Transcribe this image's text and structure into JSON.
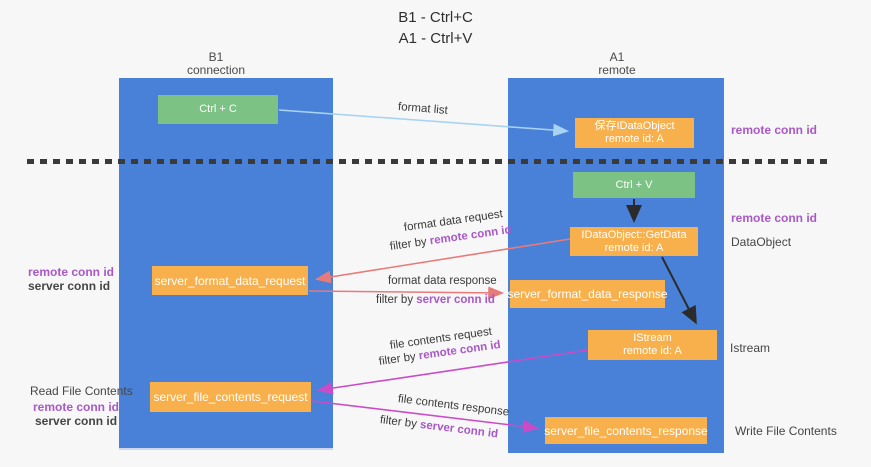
{
  "title": {
    "line1": "B1 - Ctrl+C",
    "line2": "A1 - Ctrl+V"
  },
  "columns": {
    "left": {
      "name": "B1",
      "role": "connection"
    },
    "right": {
      "name": "A1",
      "role": "remote"
    }
  },
  "nodes": {
    "ctrl_c": {
      "label": "Ctrl + C"
    },
    "ctrl_v": {
      "label": "Ctrl + V"
    },
    "save_idataobject": {
      "line1": "保存IDataObject",
      "line2": "remote id: A"
    },
    "getdata": {
      "line1": "IDataObject::GetData",
      "line2": "remote id: A"
    },
    "istream": {
      "line1": "IStream",
      "line2": "remote id: A"
    },
    "server_format_data_request": {
      "label": "server_format_data_request"
    },
    "server_format_data_response": {
      "label": "server_format_data_response"
    },
    "server_file_contents_request": {
      "label": "server_file_contents_request"
    },
    "server_file_contents_response": {
      "label": "server_file_contents_response"
    }
  },
  "arrow_labels": {
    "format_list": "format list",
    "format_data_request": "format data request",
    "format_data_response": "format data response",
    "file_contents_request": "file contents request",
    "file_contents_response": "file contents response",
    "filter_by": "filter by ",
    "remote_conn_id": "remote conn id",
    "server_conn_id": "server conn id"
  },
  "annotations": {
    "remote_conn_id_top_right": "remote conn id",
    "remote_conn_id_mid_right": "remote conn id",
    "dataobject": "DataObject",
    "istream": "Istream",
    "write_file_contents": "Write File Contents",
    "read_file_contents": "Read File Contents",
    "remote_conn_id_left_mid": "remote conn id",
    "server_conn_id_left_mid": "server conn id",
    "remote_conn_id_left_bottom": "remote conn id",
    "server_conn_id_left_bottom": "server conn id"
  },
  "colors": {
    "column_blue": "#4a81d8",
    "node_orange": "#f8b04c",
    "node_green": "#7cc284",
    "arrow_light_blue": "#a9d3f2",
    "arrow_red": "#e87a7a",
    "arrow_magenta": "#cb4bc7",
    "arrow_black": "#2b2b2b",
    "text_purple": "#a958c6",
    "text_green": "#53b86a"
  }
}
